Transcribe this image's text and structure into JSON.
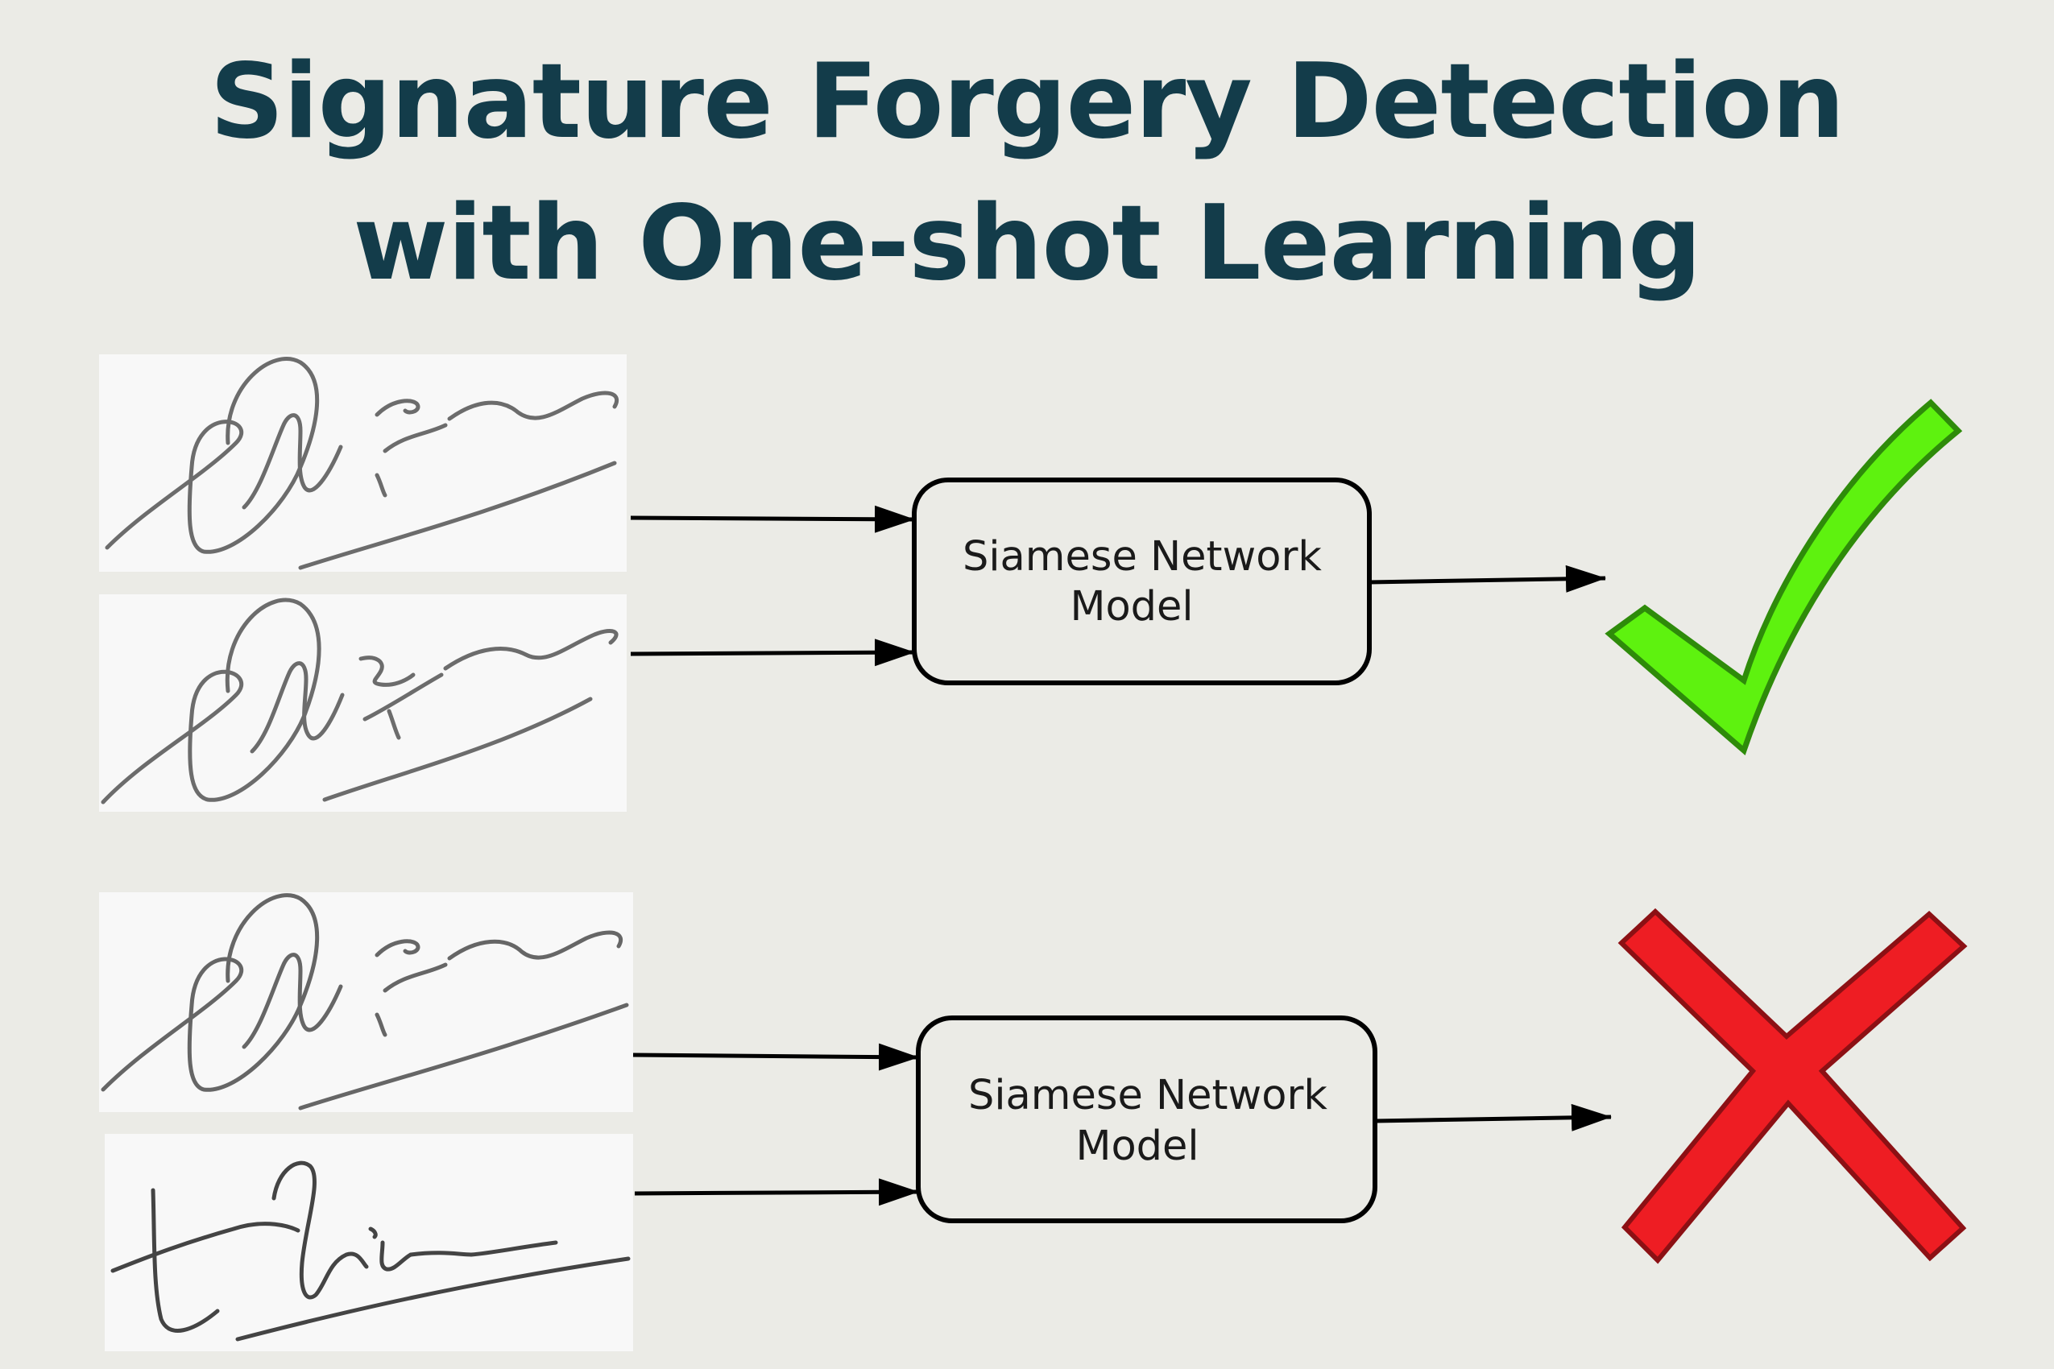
{
  "title": {
    "line1": "Signature Forgery Detection",
    "line2": "with One-shot Learning"
  },
  "rows": [
    {
      "model_label_line1": "Siamese Network",
      "model_label_line2": "Model",
      "result": "check-icon",
      "result_color": "#5ef20f"
    },
    {
      "model_label_line1": "Siamese Network",
      "model_label_line2": "Model",
      "result": "cross-icon",
      "result_color": "#ee1d23"
    }
  ],
  "colors": {
    "background": "#ebebe6",
    "title": "#133c4a",
    "signature_paper": "#f8f8f8",
    "ink": "#6e6e6e"
  }
}
